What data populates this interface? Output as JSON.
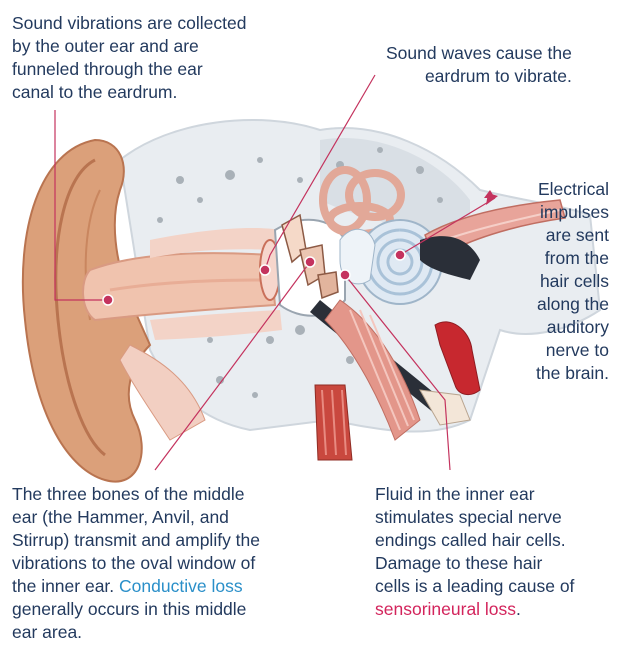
{
  "captions": {
    "outer_ear": {
      "lines": [
        "Sound vibrations are collected",
        "by the outer ear and are",
        "funneled through the ear",
        "canal to the eardrum."
      ]
    },
    "eardrum": {
      "lines": [
        "Sound waves cause the",
        "eardrum to vibrate."
      ]
    },
    "electrical": {
      "lines": [
        "Electrical",
        "impulses",
        "are sent",
        "from the",
        "hair cells",
        "along the",
        "auditory",
        "nerve to",
        "the brain."
      ]
    },
    "middle_ear": {
      "lines": [
        "The three bones of the middle",
        "ear (the Hammer, Anvil, and",
        "Stirrup) transmit and amplify the",
        "vibrations to the oval window of",
        "the inner ear."
      ],
      "highlight": "Conductive loss",
      "after_highlight": "generally occurs in this middle",
      "last_line": "ear area."
    },
    "inner_ear": {
      "lines": [
        "Fluid in the inner ear",
        "stimulates special nerve",
        "endings called hair cells.",
        "Damage to these hair",
        "cells is a leading cause of"
      ],
      "highlight": "sensorineural loss",
      "trailing": "."
    }
  },
  "colors": {
    "text": "#233a5e",
    "conductive": "#2a8fc9",
    "sensorineural": "#d3245c",
    "leader": "#c4335e"
  }
}
